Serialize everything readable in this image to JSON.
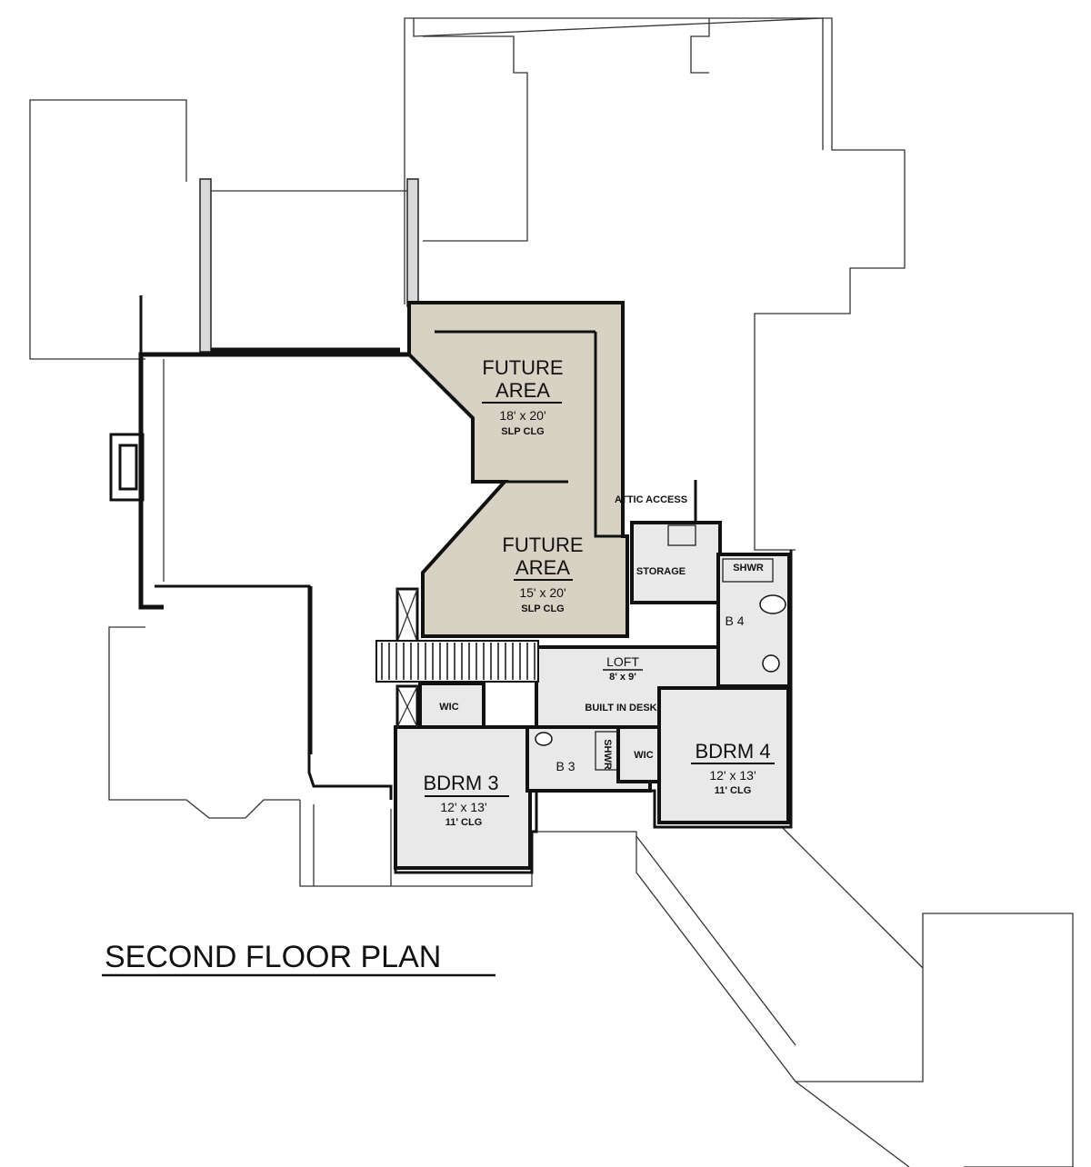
{
  "title": "SECOND FLOOR PLAN",
  "rooms": {
    "future_area_1": {
      "name_line1": "FUTURE",
      "name_line2": "AREA",
      "size": "18' x 20'",
      "ceiling": "SLP CLG"
    },
    "future_area_2": {
      "name_line1": "FUTURE",
      "name_line2": "AREA",
      "size": "15' x 20'",
      "ceiling": "SLP CLG"
    },
    "attic_access": {
      "name": "ATTIC ACCESS"
    },
    "storage": {
      "name": "STORAGE"
    },
    "b4": {
      "name": "B 4",
      "shower": "SHWR"
    },
    "loft": {
      "name": "LOFT",
      "size": "8' x 9'",
      "desk": "BUILT IN DESK"
    },
    "bdrm3": {
      "name": "BDRM 3",
      "size": "12' x 13'",
      "ceiling": "11' CLG",
      "closet": "WIC"
    },
    "b3": {
      "name": "B 3",
      "shower": "SHWR"
    },
    "bdrm4": {
      "name": "BDRM 4",
      "size": "12' x 13'",
      "ceiling": "11' CLG",
      "closet": "WIC"
    }
  },
  "colors": {
    "future_fill": "#d8d2c5",
    "room_fill": "#e9e9e9"
  }
}
